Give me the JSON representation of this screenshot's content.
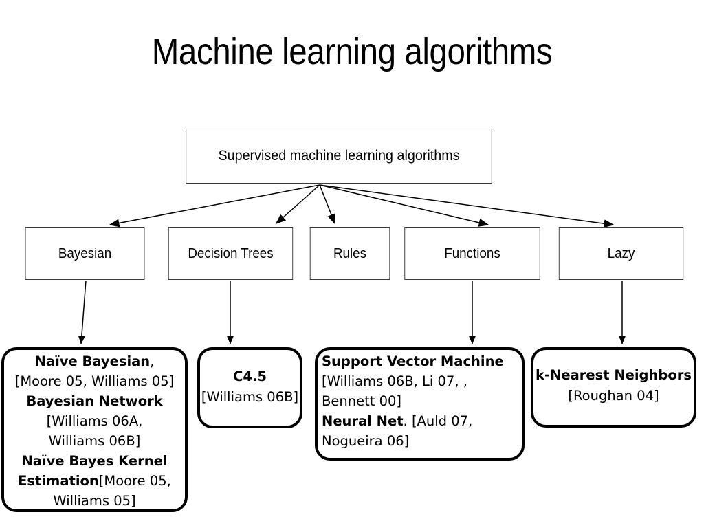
{
  "slide": {
    "title": "Machine learning algorithms",
    "background": "#ffffff",
    "ink": "#000000",
    "rect_border": "#3a3a3a"
  },
  "diagram": {
    "type": "tree",
    "root": {
      "id": "root",
      "label": "Supervised machine learning algorithms"
    },
    "categories": [
      {
        "id": "bayesian",
        "label": "Bayesian"
      },
      {
        "id": "decision",
        "label": "Decision Trees"
      },
      {
        "id": "rules",
        "label": "Rules"
      },
      {
        "id": "functions",
        "label": "Functions"
      },
      {
        "id": "lazy",
        "label": "Lazy"
      }
    ],
    "leaves": [
      {
        "id": "leaf-bayesian",
        "parent": "bayesian",
        "lines": [
          {
            "bold": "Naïve Bayesian",
            "plain": ","
          },
          {
            "bold": "",
            "plain": "[Moore 05, Williams 05]"
          },
          {
            "bold": "Bayesian Network",
            "plain": ""
          },
          {
            "bold": "",
            "plain": "[Williams 06A,"
          },
          {
            "bold": "",
            "plain": "Williams 06B]"
          },
          {
            "bold": "Naïve Bayes Kernel",
            "plain": ""
          },
          {
            "bold": "Estimation",
            "plain": "[Moore 05,"
          },
          {
            "bold": "",
            "plain": "Williams 05]"
          }
        ]
      },
      {
        "id": "leaf-c45",
        "parent": "decision",
        "lines": [
          {
            "bold": "C4.5",
            "plain": ""
          },
          {
            "bold": "",
            "plain": "[Williams 06B]"
          }
        ]
      },
      {
        "id": "leaf-svm",
        "parent": "functions",
        "lines": [
          {
            "bold": "Support Vector Machine",
            "plain": ""
          },
          {
            "bold": "",
            "plain": "[Williams 06B, Li 07,     ,"
          },
          {
            "bold": "",
            "plain": "Bennett 00]"
          },
          {
            "bold": "Neural Net",
            "plain": ". [Auld 07,"
          },
          {
            "bold": "",
            "plain": "Nogueira 06]"
          }
        ]
      },
      {
        "id": "leaf-knn",
        "parent": "lazy",
        "lines": [
          {
            "bold": "k-Nearest Neighbors",
            "plain": ""
          },
          {
            "bold": "",
            "plain": "[Roughan 04]"
          }
        ]
      }
    ],
    "edges": [
      {
        "from": "root",
        "to": "bayesian",
        "style": "arrow"
      },
      {
        "from": "root",
        "to": "decision",
        "style": "arrow"
      },
      {
        "from": "root",
        "to": "rules",
        "style": "arrow"
      },
      {
        "from": "root",
        "to": "functions",
        "style": "arrow"
      },
      {
        "from": "root",
        "to": "lazy",
        "style": "arrow"
      },
      {
        "from": "bayesian",
        "to": "leaf-bayesian",
        "style": "arrow"
      },
      {
        "from": "decision",
        "to": "leaf-c45",
        "style": "arrow"
      },
      {
        "from": "functions",
        "to": "leaf-svm",
        "style": "arrow"
      },
      {
        "from": "lazy",
        "to": "leaf-knn",
        "style": "arrow"
      }
    ]
  }
}
